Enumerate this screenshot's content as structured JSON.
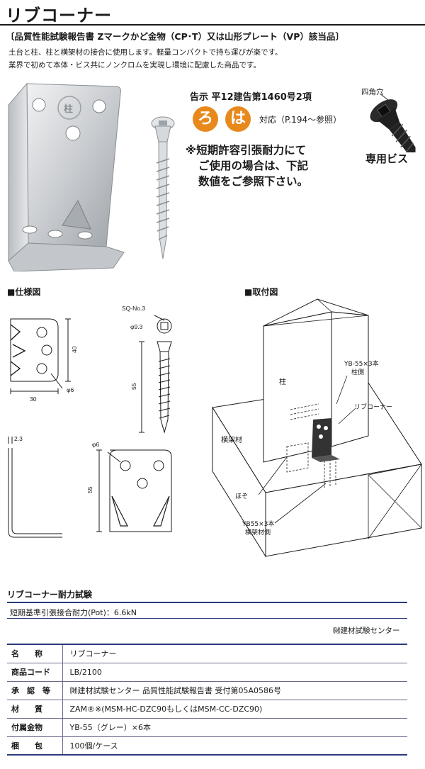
{
  "header": {
    "title": "リブコーナー",
    "subtitle": "〔品質性能試験報告書 Zマークかど金物（CP･T）又は山形プレート（VP）該当品〕",
    "intro": [
      "土台と柱、柱と横架材の接合に使用します。軽量コンパクトで持ち運びが楽です。",
      "業界で初めて本体・ビス共にノンクロムを実現し環境に配慮した商品です。"
    ]
  },
  "bracket_stamp": "柱",
  "notice": {
    "heading": "告示 平12建告第1460号2項",
    "badges": [
      "ろ",
      "は"
    ],
    "badge_suffix": "対応（P.194～参照）",
    "note_lines": [
      "※短期許容引張耐力にて",
      "ご使用の場合は、下記",
      "数値をご参照下さい。"
    ],
    "badge_color": "#e8891c"
  },
  "screw_tag": {
    "label": "四角穴",
    "title": "専用ビス"
  },
  "spec_drawing": {
    "label": "■仕様図",
    "dims": {
      "height": "40",
      "width": "30",
      "hole": "φ6",
      "sq": "SQ-No.3",
      "head": "φ9.3",
      "screw_len": "55",
      "thick": "2.3",
      "hole2": "φ6",
      "height2": "55"
    }
  },
  "install_drawing": {
    "label": "■取付図",
    "labels": {
      "post": "柱",
      "beam": "横架材",
      "tenon": "ほぞ",
      "part": "リブコーナー",
      "screw_top_1": "YB-55×3本",
      "screw_top_2": "柱側",
      "screw_bot_1": "YB55×3本",
      "screw_bot_2": "横架材側"
    }
  },
  "test": {
    "heading": "リブコーナー耐力試験",
    "row": "短期基準引張接合耐力(Pot)：6.6kN",
    "org": "㈶建材試験センター"
  },
  "specs": [
    {
      "key": "名　　称",
      "value": "リブコーナー"
    },
    {
      "key": "商品コード",
      "value": "LB/2100"
    },
    {
      "key": "承　認　等",
      "value": "㈶建材試験センター 品質性能試験報告書 受付第05A0586号"
    },
    {
      "key": "材　　質",
      "value": "ZAM®※(MSM-HC-DZC90もしくはMSM-CC-DZC90)"
    },
    {
      "key": "付属金物",
      "value": "YB-55（グレー）×6本"
    },
    {
      "key": "梱　　包",
      "value": "100個/ケース"
    }
  ]
}
